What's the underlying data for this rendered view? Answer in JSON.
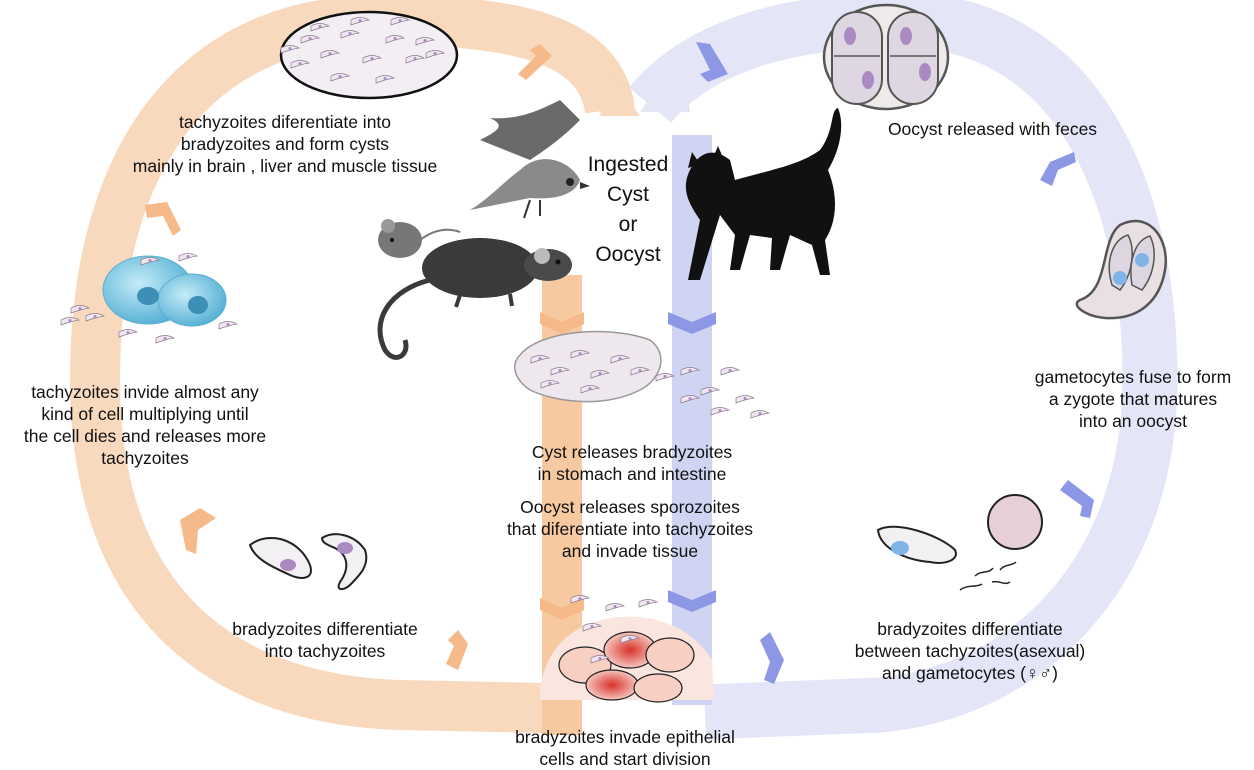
{
  "diagram": {
    "title": "",
    "colors": {
      "left_cycle": "#f8d9bd",
      "left_chevron": "#f5b98a",
      "right_cycle": "#e4e6f8",
      "right_chevron": "#8c97e6",
      "center_left_bar": "#f6c9a0",
      "center_right_bar": "#cfd4f3",
      "cell_blue": "#7ec8e3",
      "nucleus_purple": "#a98bc2",
      "epithelial_red": "#e25a4a",
      "cat": "#111111",
      "rodent": "#3a3a3a"
    },
    "labels": {
      "cyst_formation": "tachyzoites diferentiate into\nbradyzoites and form cysts\nmainly in brain , liver and muscle tissue",
      "ingested": "Ingested\nCyst\nor\nOocyst",
      "oocyst_released": "Oocyst released with feces",
      "cell_invasion": "tachyzoites invide almost any\nkind of cell multiplying until\nthe cell dies and releases more\ntachyzoites",
      "gametocytes_fuse": "gametocytes fuse to form\na zygote that matures\ninto an oocyst",
      "cyst_releases": "Cyst releases bradyzoites\nin stomach and intestine",
      "oocyst_releases": "Oocyst releases sporozoites\nthat diferentiate into tachyzoites\nand invade tissue",
      "brady_to_tachy": "bradyzoites differentiate\ninto tachyzoites",
      "brady_between": "bradyzoites differentiate\nbetween tachyzoites(asexual)\nand gametocytes (♀♂)",
      "epithelial": "bradyzoites invade epithelial\ncells and start division"
    },
    "icons": [
      "tissue-cyst-icon",
      "bird-icon",
      "mouse-icon",
      "rat-icon",
      "cat-icon",
      "sporulated-oocyst-icon",
      "unsporulated-oocyst-icon",
      "infected-host-cell-icon",
      "released-cyst-icon",
      "epithelial-tissue-icon",
      "tachyzoite-icon",
      "gametocyte-icon",
      "microgamete-icon"
    ]
  }
}
